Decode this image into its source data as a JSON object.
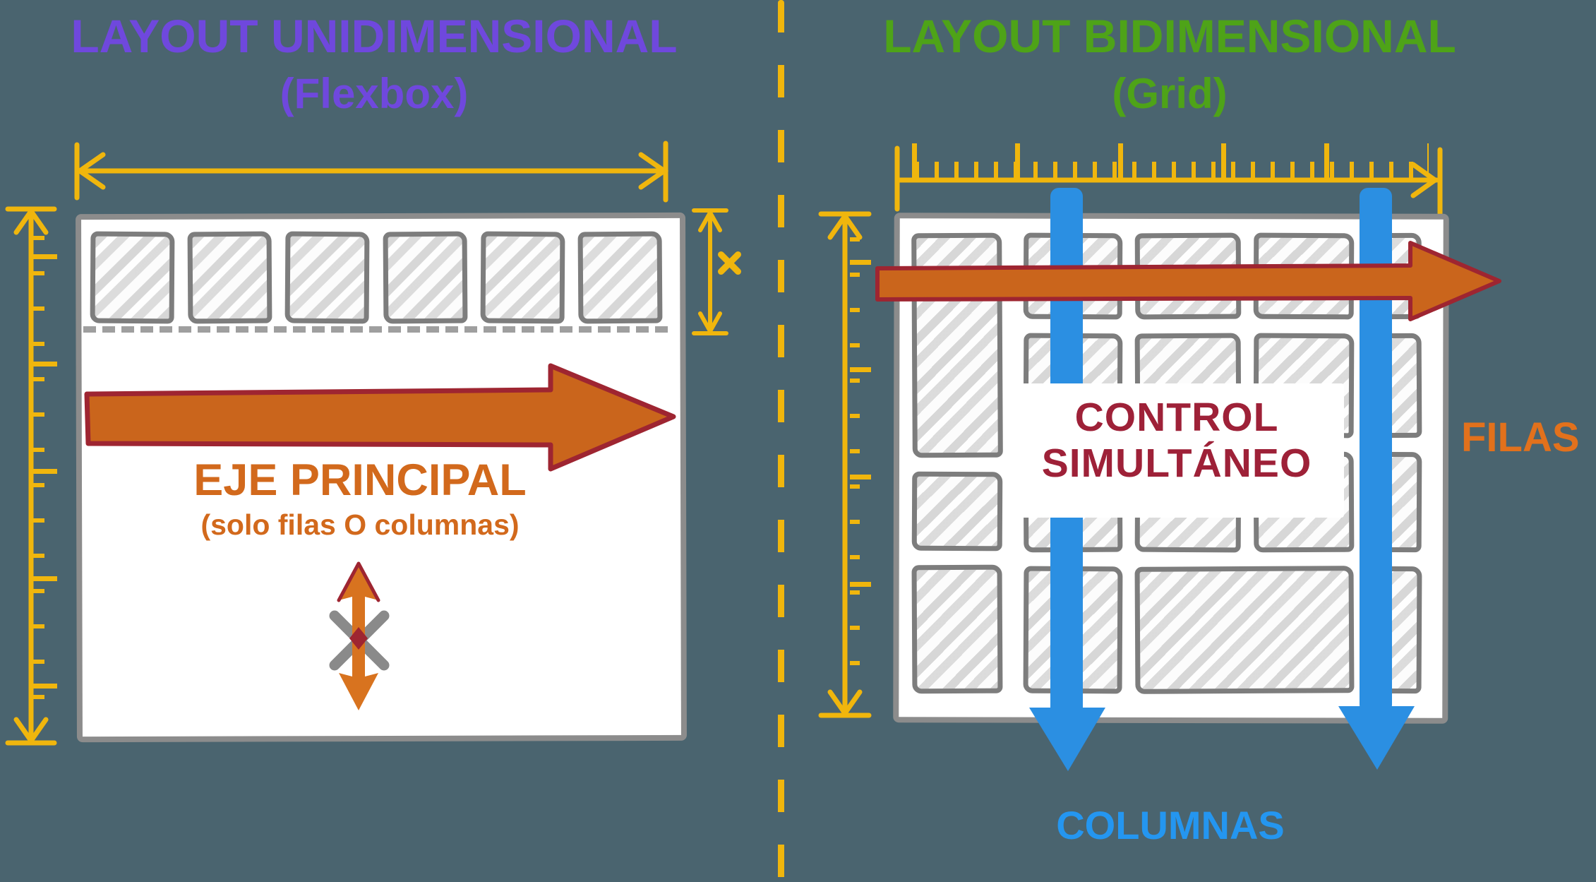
{
  "background_color": "#4a646f",
  "divider": {
    "style": "vertical-dashed",
    "color": "#f0b60d"
  },
  "measure_color": "#f0b60d",
  "sketch_colors": {
    "container_border": "#8c8c8c",
    "item_border": "#7d7d7d",
    "dashed_line": "#9f9f9f"
  },
  "left_panel": {
    "title_line1": "LAYOUT UNIDIMENSIONAL",
    "title_line2": "(Flexbox)",
    "title_color": "#6f48dd",
    "item_count": 6,
    "axis_arrow_label": "EJE PRINCIPAL",
    "axis_arrow_sublabel": "(solo filas O columnas)",
    "axis_text_color": "#d2691c",
    "arrow_fill": "#ca651c",
    "arrow_outline": "#9e2531",
    "blocked_cross_color": "#8a8a8a"
  },
  "right_panel": {
    "title_line1": "LAYOUT BIDIMENSIONAL",
    "title_line2": "(Grid)",
    "title_color": "#4ea318",
    "control_label_line1": "CONTROL",
    "control_label_line2": "SIMULTÁNEO",
    "control_label_color": "#9e2138",
    "rows_label": "FILAS",
    "rows_label_color": "#e2711c",
    "columns_label": "COLUMNAS",
    "columns_label_color": "#2496f0",
    "row_arrow_fill": "#ca651c",
    "column_arrow_fill": "#2b8fe2"
  }
}
